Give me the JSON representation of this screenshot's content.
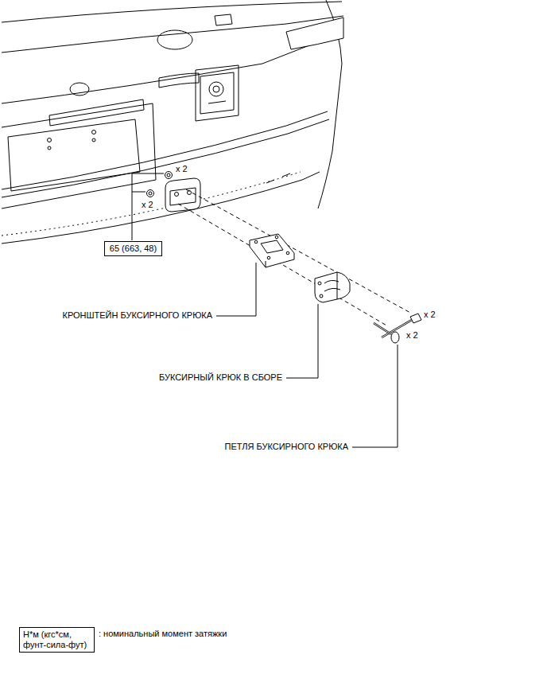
{
  "diagram": {
    "nodes": [
      {
        "text": [
          "65 (663, 48)"
        ]
      },
      {
        "text": [
          "Н*м (кгс*см, фунт-сила-фут)"
        ]
      }
    ],
    "labels": [
      "x 2",
      "x 2",
      "x 2",
      "x 2",
      "КРОНШТЕЙН БУКСИРНОГО КРЮКА",
      "БУКСИРНЫЙ КРЮК В СБОРЕ",
      "ПЕТЛЯ БУКСИРНОГО КРЮКА",
      ": номинальный момент затяжки"
    ]
  }
}
